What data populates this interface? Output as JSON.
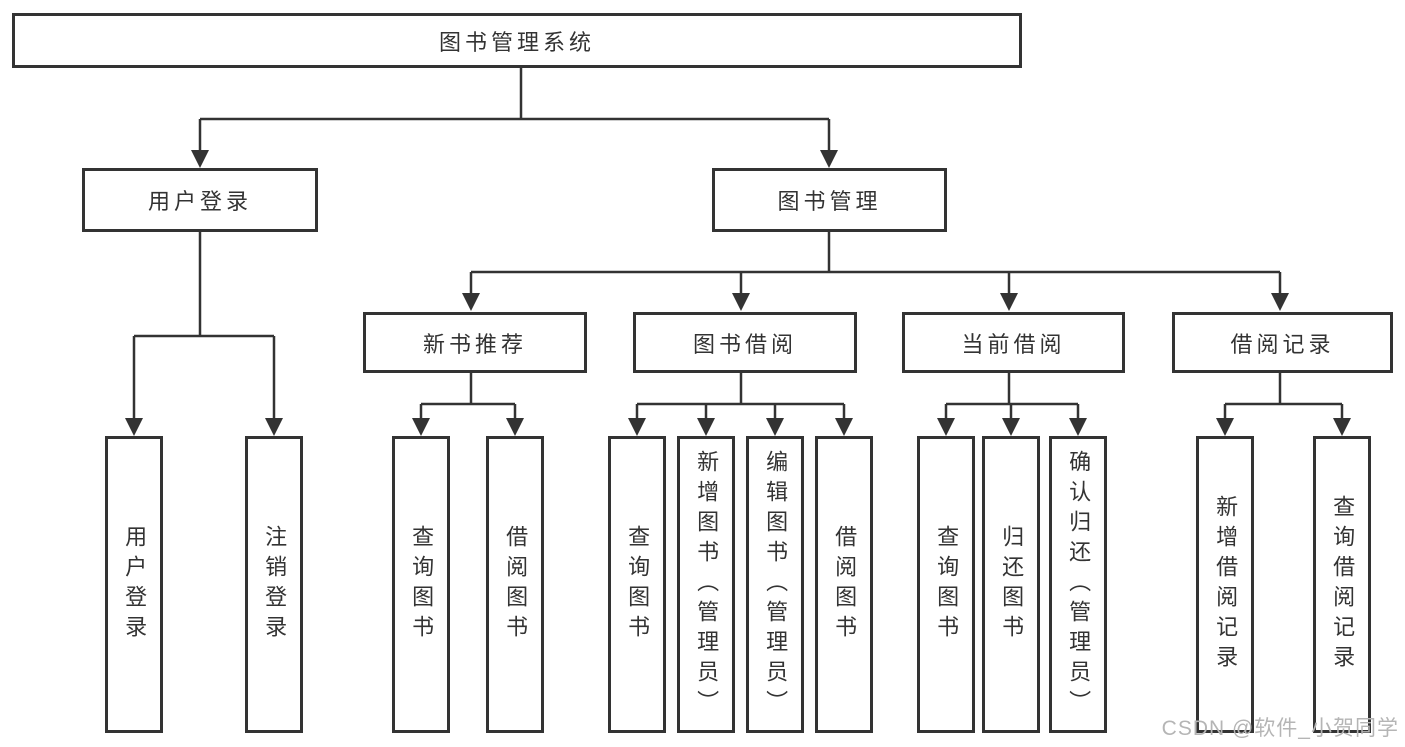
{
  "watermark": "CSDN @软件_小贺同学",
  "style": {
    "line_color": "#333333",
    "box_border_color": "#333333",
    "text_color": "#333333",
    "background": "#ffffff",
    "watermark_color": "#b5b5b5"
  },
  "tree": {
    "label": "图书管理系统",
    "children": [
      {
        "label": "用户登录",
        "children": [
          {
            "label": "用户登录"
          },
          {
            "label": "注销登录"
          }
        ]
      },
      {
        "label": "图书管理",
        "children": [
          {
            "label": "新书推荐",
            "children": [
              {
                "label": "查询图书"
              },
              {
                "label": "借阅图书"
              }
            ]
          },
          {
            "label": "图书借阅",
            "children": [
              {
                "label": "查询图书"
              },
              {
                "label": "新增图书（管理员）"
              },
              {
                "label": "编辑图书（管理员）"
              },
              {
                "label": "借阅图书"
              }
            ]
          },
          {
            "label": "当前借阅",
            "children": [
              {
                "label": "查询图书"
              },
              {
                "label": "归还图书"
              },
              {
                "label": "确认归还（管理员）"
              }
            ]
          },
          {
            "label": "借阅记录",
            "children": [
              {
                "label": "新增借阅记录"
              },
              {
                "label": "查询借阅记录"
              }
            ]
          }
        ]
      }
    ]
  }
}
